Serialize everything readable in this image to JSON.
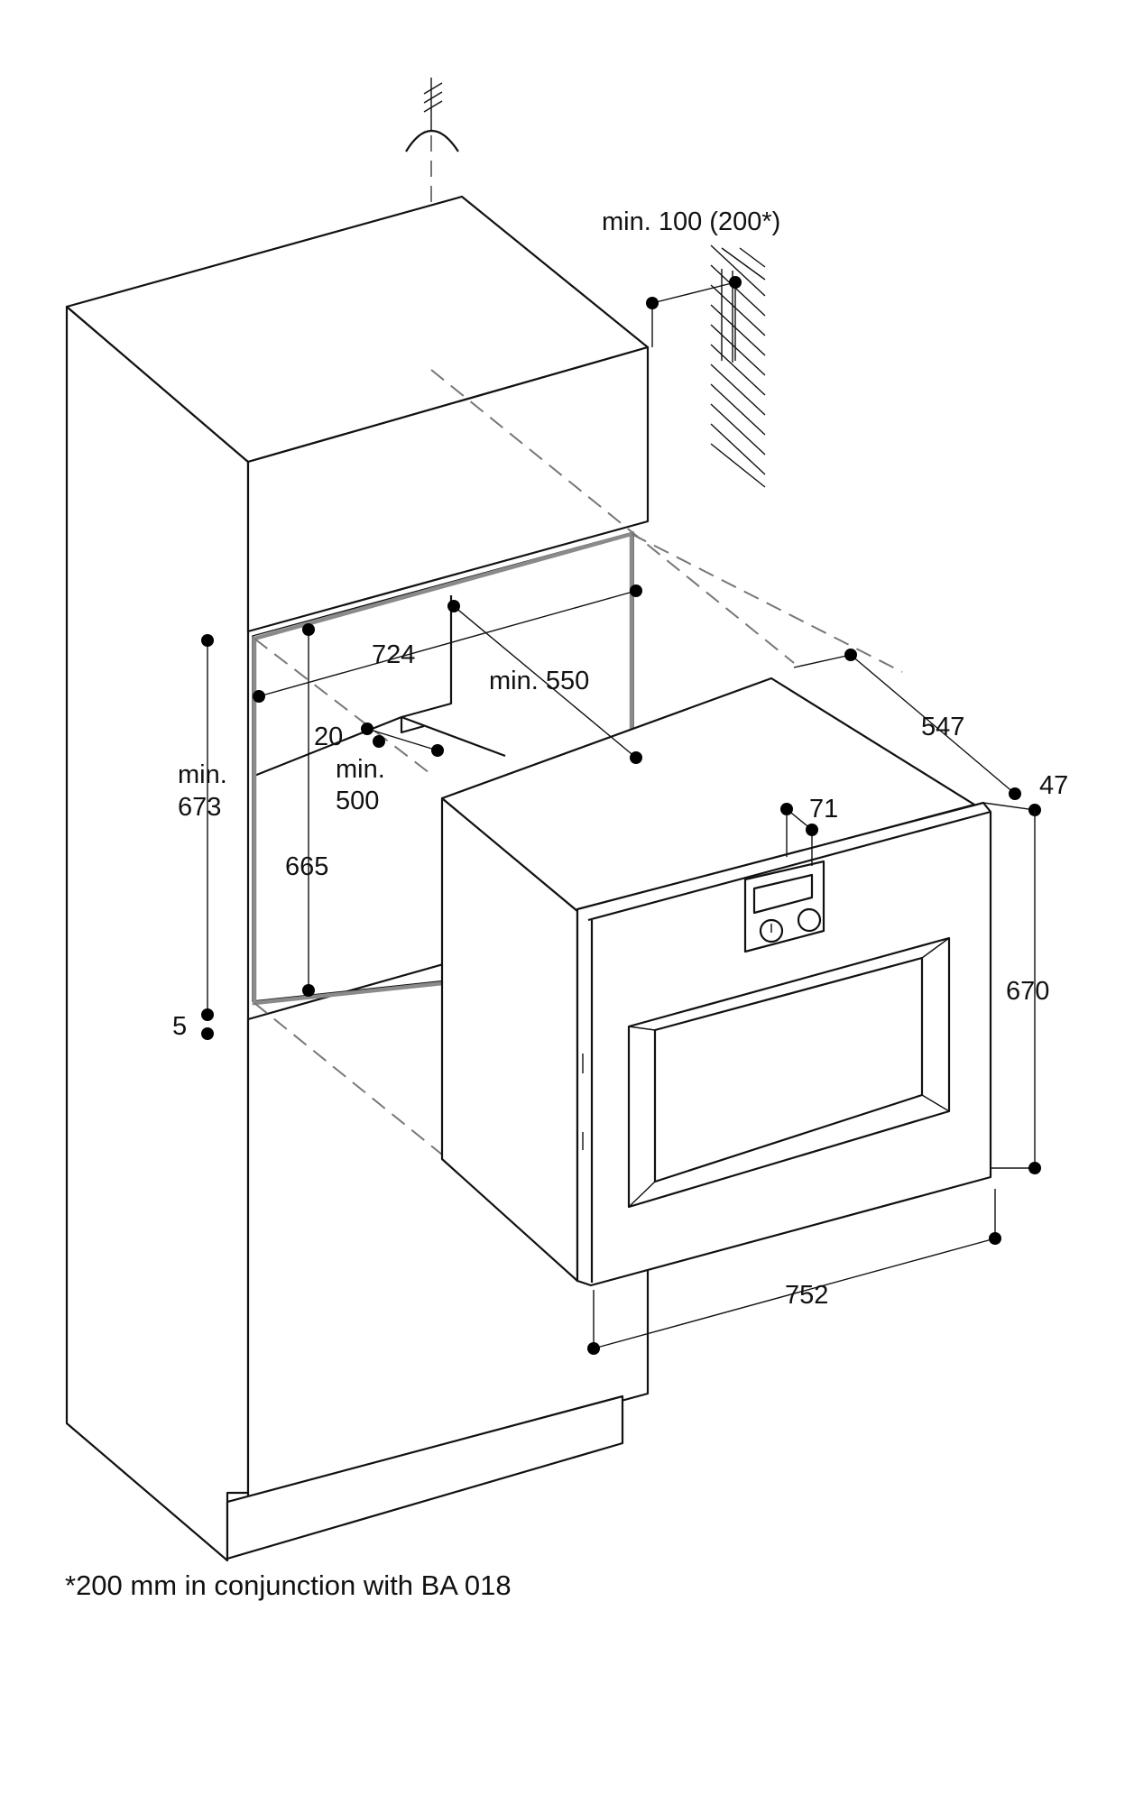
{
  "dimensions": {
    "top_clearance": "min. 100 (200*)",
    "niche_width": "724",
    "niche_depth": "min. 550",
    "cutout_offset": "20",
    "cutout_depth_line1": "min.",
    "cutout_depth_line2": "500",
    "niche_height_line1": "min.",
    "niche_height_line2": "673",
    "inner_height": "665",
    "base_gap": "5",
    "panel_offset": "71",
    "oven_depth": "547",
    "front_thickness": "47",
    "oven_height": "670",
    "oven_width": "752"
  },
  "footnote": "*200 mm in conjunction with BA 018"
}
